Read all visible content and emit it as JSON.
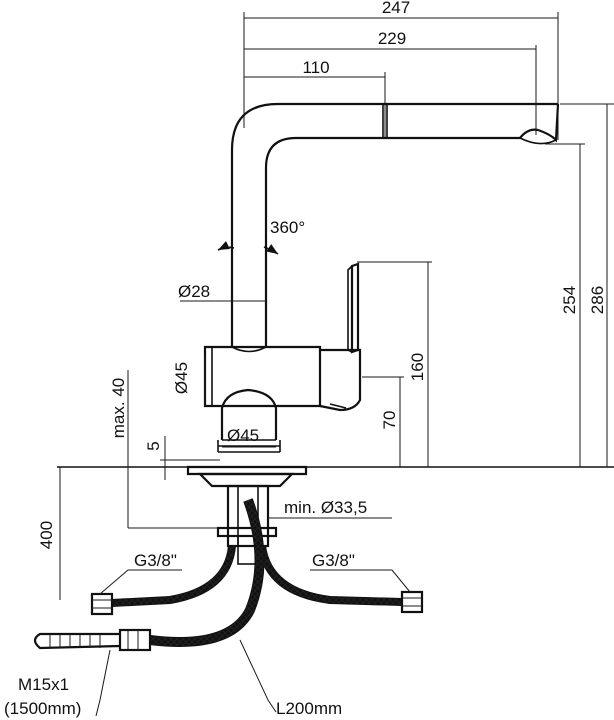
{
  "dimensions": {
    "d247": "247",
    "d229": "229",
    "d110": "110",
    "rot360": "360°",
    "d286": "286",
    "d254": "254",
    "d160": "160",
    "d70": "70",
    "dia28": "Ø28",
    "dia45_body": "Ø45",
    "dia45_base": "Ø45",
    "max40": "max. 40",
    "d5": "5",
    "d400": "400",
    "min_hole": "min. Ø33,5",
    "g38_left": "G3/8\"",
    "g38_right": "G3/8\"",
    "m15": "M15x1",
    "len1500": "(1500mm)",
    "l200": "L200mm"
  }
}
